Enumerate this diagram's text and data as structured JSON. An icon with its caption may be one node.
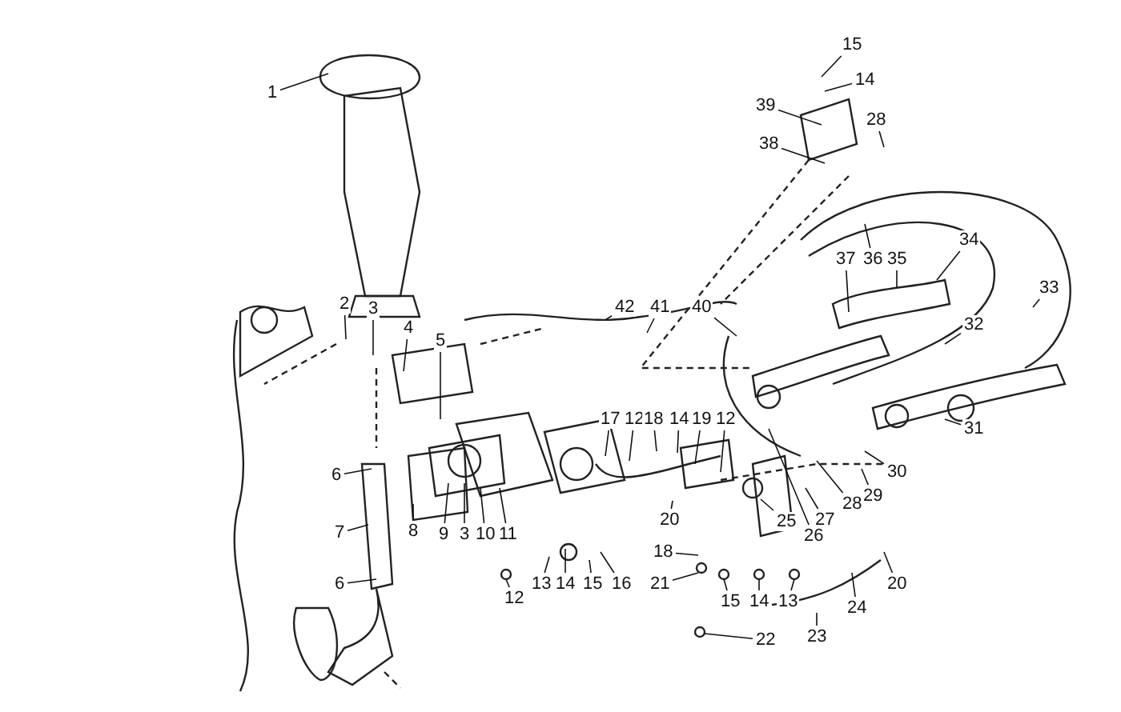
{
  "diagram": {
    "nodes": [
      {
        "text": [
          "15"
        ]
      },
      {
        "text": [
          "14"
        ]
      },
      {
        "text": [
          "39"
        ]
      },
      {
        "text": [
          "28"
        ]
      },
      {
        "text": [
          "38"
        ]
      },
      {
        "text": [
          "1"
        ]
      },
      {
        "text": [
          "34"
        ]
      },
      {
        "text": [
          "37"
        ]
      },
      {
        "text": [
          "36"
        ]
      },
      {
        "text": [
          "35"
        ]
      },
      {
        "text": [
          "33"
        ]
      },
      {
        "text": [
          "2"
        ]
      },
      {
        "text": [
          "3"
        ]
      },
      {
        "text": [
          "42"
        ]
      },
      {
        "text": [
          "41"
        ]
      },
      {
        "text": [
          "40"
        ]
      },
      {
        "text": [
          "32"
        ]
      },
      {
        "text": [
          "4"
        ]
      },
      {
        "text": [
          "5"
        ]
      },
      {
        "text": [
          "17"
        ]
      },
      {
        "text": [
          "12"
        ]
      },
      {
        "text": [
          "18"
        ]
      },
      {
        "text": [
          "14"
        ]
      },
      {
        "text": [
          "19"
        ]
      },
      {
        "text": [
          "12"
        ]
      },
      {
        "text": [
          "31"
        ]
      },
      {
        "text": [
          "30"
        ]
      },
      {
        "text": [
          "6"
        ]
      },
      {
        "text": [
          "29"
        ]
      },
      {
        "text": [
          "28"
        ]
      },
      {
        "text": [
          "27"
        ]
      },
      {
        "text": [
          "20"
        ]
      },
      {
        "text": [
          "25"
        ]
      },
      {
        "text": [
          "26"
        ]
      },
      {
        "text": [
          "7"
        ]
      },
      {
        "text": [
          "8"
        ]
      },
      {
        "text": [
          "9"
        ]
      },
      {
        "text": [
          "3"
        ]
      },
      {
        "text": [
          "10"
        ]
      },
      {
        "text": [
          "11"
        ]
      },
      {
        "text": [
          "18"
        ]
      },
      {
        "text": [
          "6"
        ]
      },
      {
        "text": [
          "12"
        ]
      },
      {
        "text": [
          "13"
        ]
      },
      {
        "text": [
          "14"
        ]
      },
      {
        "text": [
          "15"
        ]
      },
      {
        "text": [
          "16"
        ]
      },
      {
        "text": [
          "21"
        ]
      },
      {
        "text": [
          "15"
        ]
      },
      {
        "text": [
          "14"
        ]
      },
      {
        "text": [
          "13"
        ]
      },
      {
        "text": [
          "20"
        ]
      },
      {
        "text": [
          "24"
        ]
      },
      {
        "text": [
          "23"
        ]
      },
      {
        "text": [
          "22"
        ]
      }
    ],
    "edges": [
      {
        "from": 0,
        "to": null,
        "arrow": "none"
      },
      {
        "from": 1,
        "to": null,
        "arrow": "none"
      },
      {
        "from": 2,
        "to": null,
        "arrow": "none"
      },
      {
        "from": 3,
        "to": null,
        "arrow": "none"
      },
      {
        "from": 4,
        "to": null,
        "arrow": "none"
      },
      {
        "from": 5,
        "to": null,
        "arrow": "none"
      },
      {
        "from": 6,
        "to": null,
        "arrow": "none"
      },
      {
        "from": 7,
        "to": null,
        "arrow": "none"
      },
      {
        "from": 8,
        "to": null,
        "arrow": "none"
      },
      {
        "from": 9,
        "to": null,
        "arrow": "none"
      },
      {
        "from": 10,
        "to": null,
        "arrow": "none"
      },
      {
        "from": 11,
        "to": null,
        "arrow": "none"
      },
      {
        "from": 12,
        "to": null,
        "arrow": "none"
      },
      {
        "from": 13,
        "to": null,
        "arrow": "none"
      },
      {
        "from": 14,
        "to": null,
        "arrow": "none"
      },
      {
        "from": 15,
        "to": null,
        "arrow": "none"
      },
      {
        "from": 16,
        "to": null,
        "arrow": "none"
      },
      {
        "from": 17,
        "to": null,
        "arrow": "none"
      },
      {
        "from": 18,
        "to": null,
        "arrow": "none"
      },
      {
        "from": 19,
        "to": null,
        "arrow": "none"
      },
      {
        "from": 20,
        "to": null,
        "arrow": "none"
      },
      {
        "from": 21,
        "to": null,
        "arrow": "none"
      },
      {
        "from": 22,
        "to": null,
        "arrow": "none"
      },
      {
        "from": 23,
        "to": null,
        "arrow": "none"
      },
      {
        "from": 24,
        "to": null,
        "arrow": "none"
      },
      {
        "from": 25,
        "to": null,
        "arrow": "none"
      },
      {
        "from": 26,
        "to": null,
        "arrow": "none"
      },
      {
        "from": 27,
        "to": null,
        "arrow": "none"
      },
      {
        "from": 28,
        "to": null,
        "arrow": "none"
      },
      {
        "from": 29,
        "to": null,
        "arrow": "none"
      },
      {
        "from": 30,
        "to": null,
        "arrow": "none"
      },
      {
        "from": 31,
        "to": null,
        "arrow": "none"
      },
      {
        "from": 32,
        "to": null,
        "arrow": "none"
      },
      {
        "from": 33,
        "to": null,
        "arrow": "none"
      },
      {
        "from": 34,
        "to": null,
        "arrow": "none"
      },
      {
        "from": 35,
        "to": null,
        "arrow": "none"
      },
      {
        "from": 36,
        "to": null,
        "arrow": "none"
      },
      {
        "from": 37,
        "to": null,
        "arrow": "none"
      },
      {
        "from": 38,
        "to": null,
        "arrow": "none"
      },
      {
        "from": 39,
        "to": null,
        "arrow": "none"
      },
      {
        "from": 40,
        "to": null,
        "arrow": "none"
      },
      {
        "from": 41,
        "to": null,
        "arrow": "none"
      },
      {
        "from": 42,
        "to": null,
        "arrow": "none"
      },
      {
        "from": 43,
        "to": null,
        "arrow": "none"
      },
      {
        "from": 44,
        "to": null,
        "arrow": "none"
      },
      {
        "from": 45,
        "to": null,
        "arrow": "none"
      },
      {
        "from": 46,
        "to": null,
        "arrow": "none"
      },
      {
        "from": 47,
        "to": null,
        "arrow": "none"
      },
      {
        "from": 48,
        "to": null,
        "arrow": "none"
      },
      {
        "from": 49,
        "to": null,
        "arrow": "none"
      },
      {
        "from": 50,
        "to": null,
        "arrow": "none"
      },
      {
        "from": 51,
        "to": null,
        "arrow": "none"
      },
      {
        "from": 52,
        "to": null,
        "arrow": "none"
      },
      {
        "from": 53,
        "to": null,
        "arrow": "none"
      },
      {
        "from": 54,
        "to": null,
        "arrow": "none"
      }
    ]
  }
}
